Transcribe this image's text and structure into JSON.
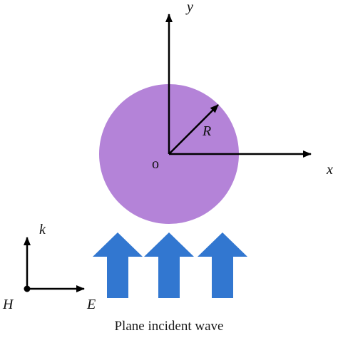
{
  "labels": {
    "y_axis": "y",
    "x_axis": "x",
    "origin": "o",
    "radius": "R",
    "k_vector": "k",
    "h_field": "H",
    "e_field": "E"
  },
  "caption": "Plane incident wave",
  "colors": {
    "scatterer": "#b483d8",
    "wave_arrows": "#3277d0",
    "axes": "#000000"
  }
}
